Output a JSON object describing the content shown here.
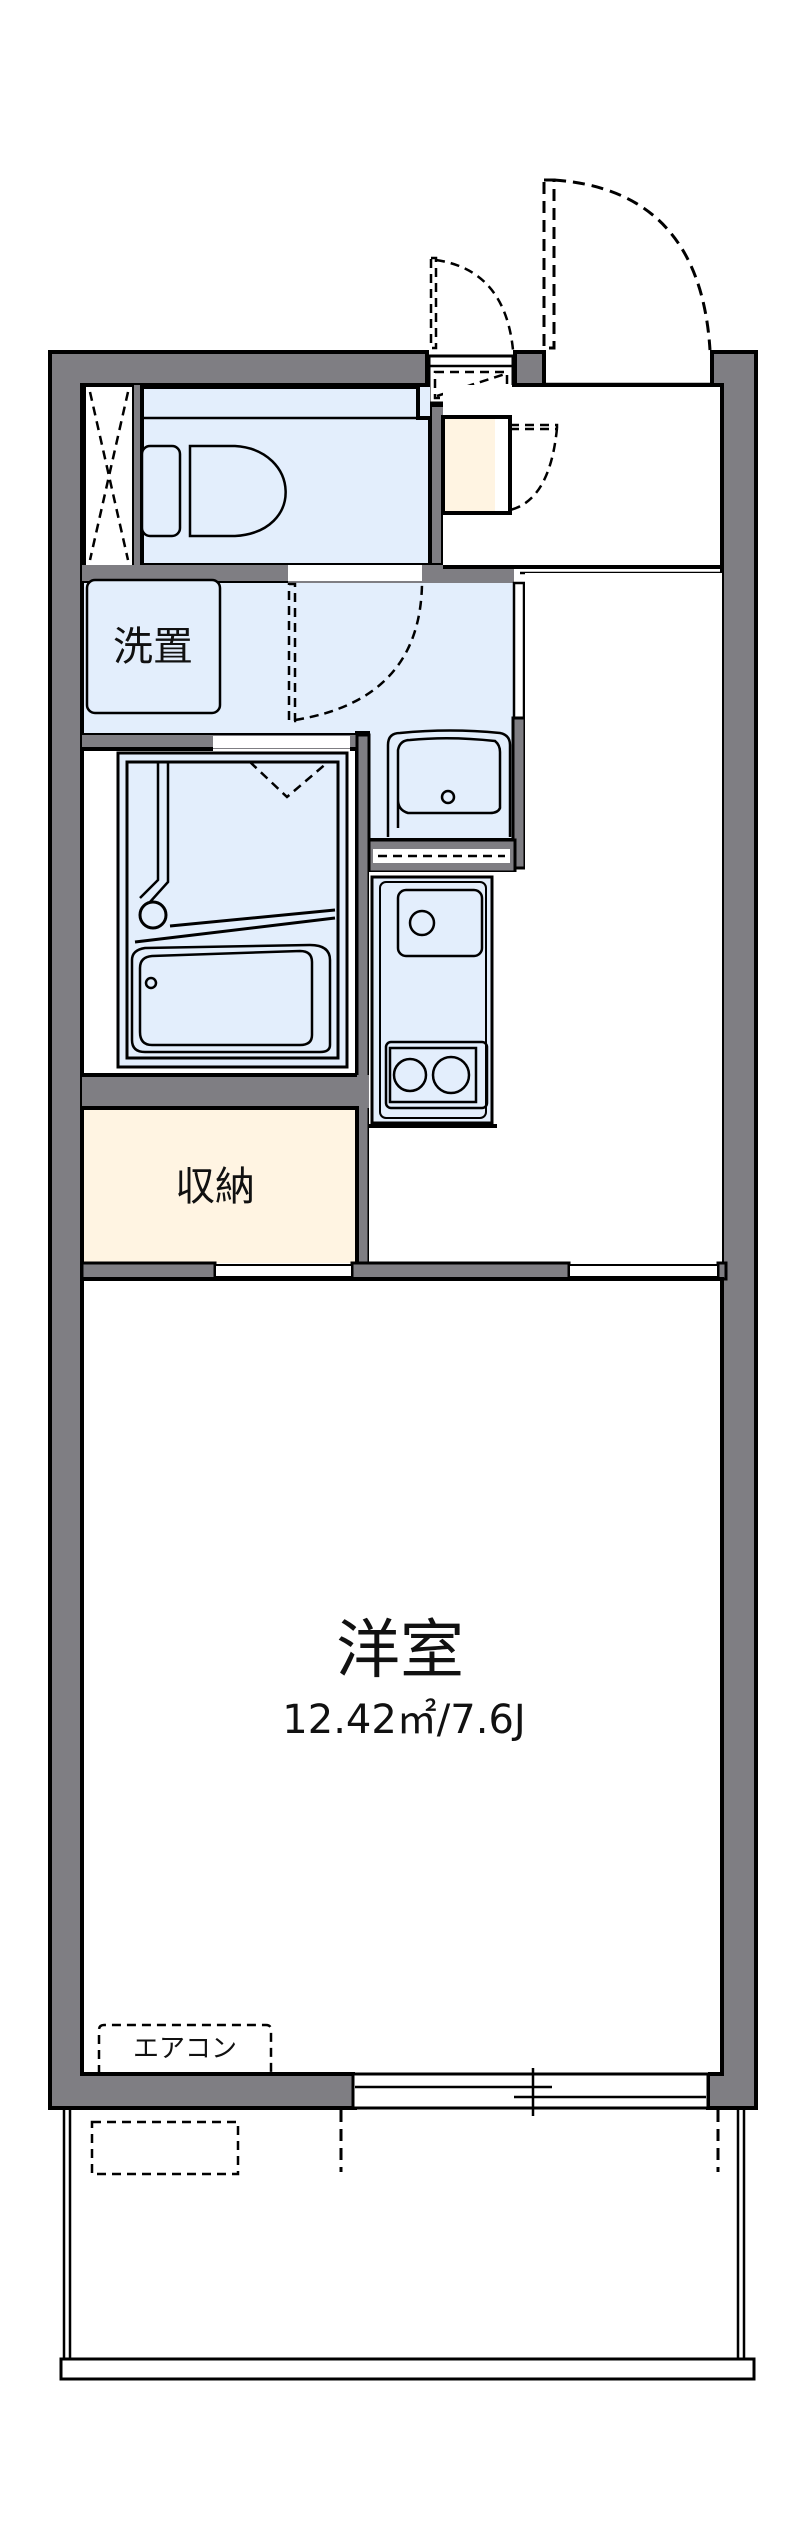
{
  "floor_plan": {
    "layout_type": "1K",
    "colors": {
      "wall": "#7f7e83",
      "wet_area": "#e3eefc",
      "storage": "#fff4e2",
      "floor": "#ffffff",
      "line": "#000000"
    },
    "rooms": {
      "western_room": {
        "label": "洋室",
        "area": "12.42㎡/7.6J"
      },
      "storage": {
        "label": "収納"
      },
      "washer_space": {
        "label": "洗置"
      },
      "air_conditioner": {
        "label": "エアコン"
      }
    },
    "fixtures": [
      "toilet",
      "pipe-space",
      "unit-bath",
      "washbasin",
      "kitchen-sink",
      "two-burner-stove",
      "shoe-cabinet",
      "meter-box",
      "ac-outdoor-unit"
    ],
    "doors": [
      "entrance-door",
      "meter-box-door",
      "shoe-cabinet-door",
      "toilet-door",
      "washroom-door",
      "storage-door",
      "room-door",
      "balcony-sliding-window"
    ]
  }
}
